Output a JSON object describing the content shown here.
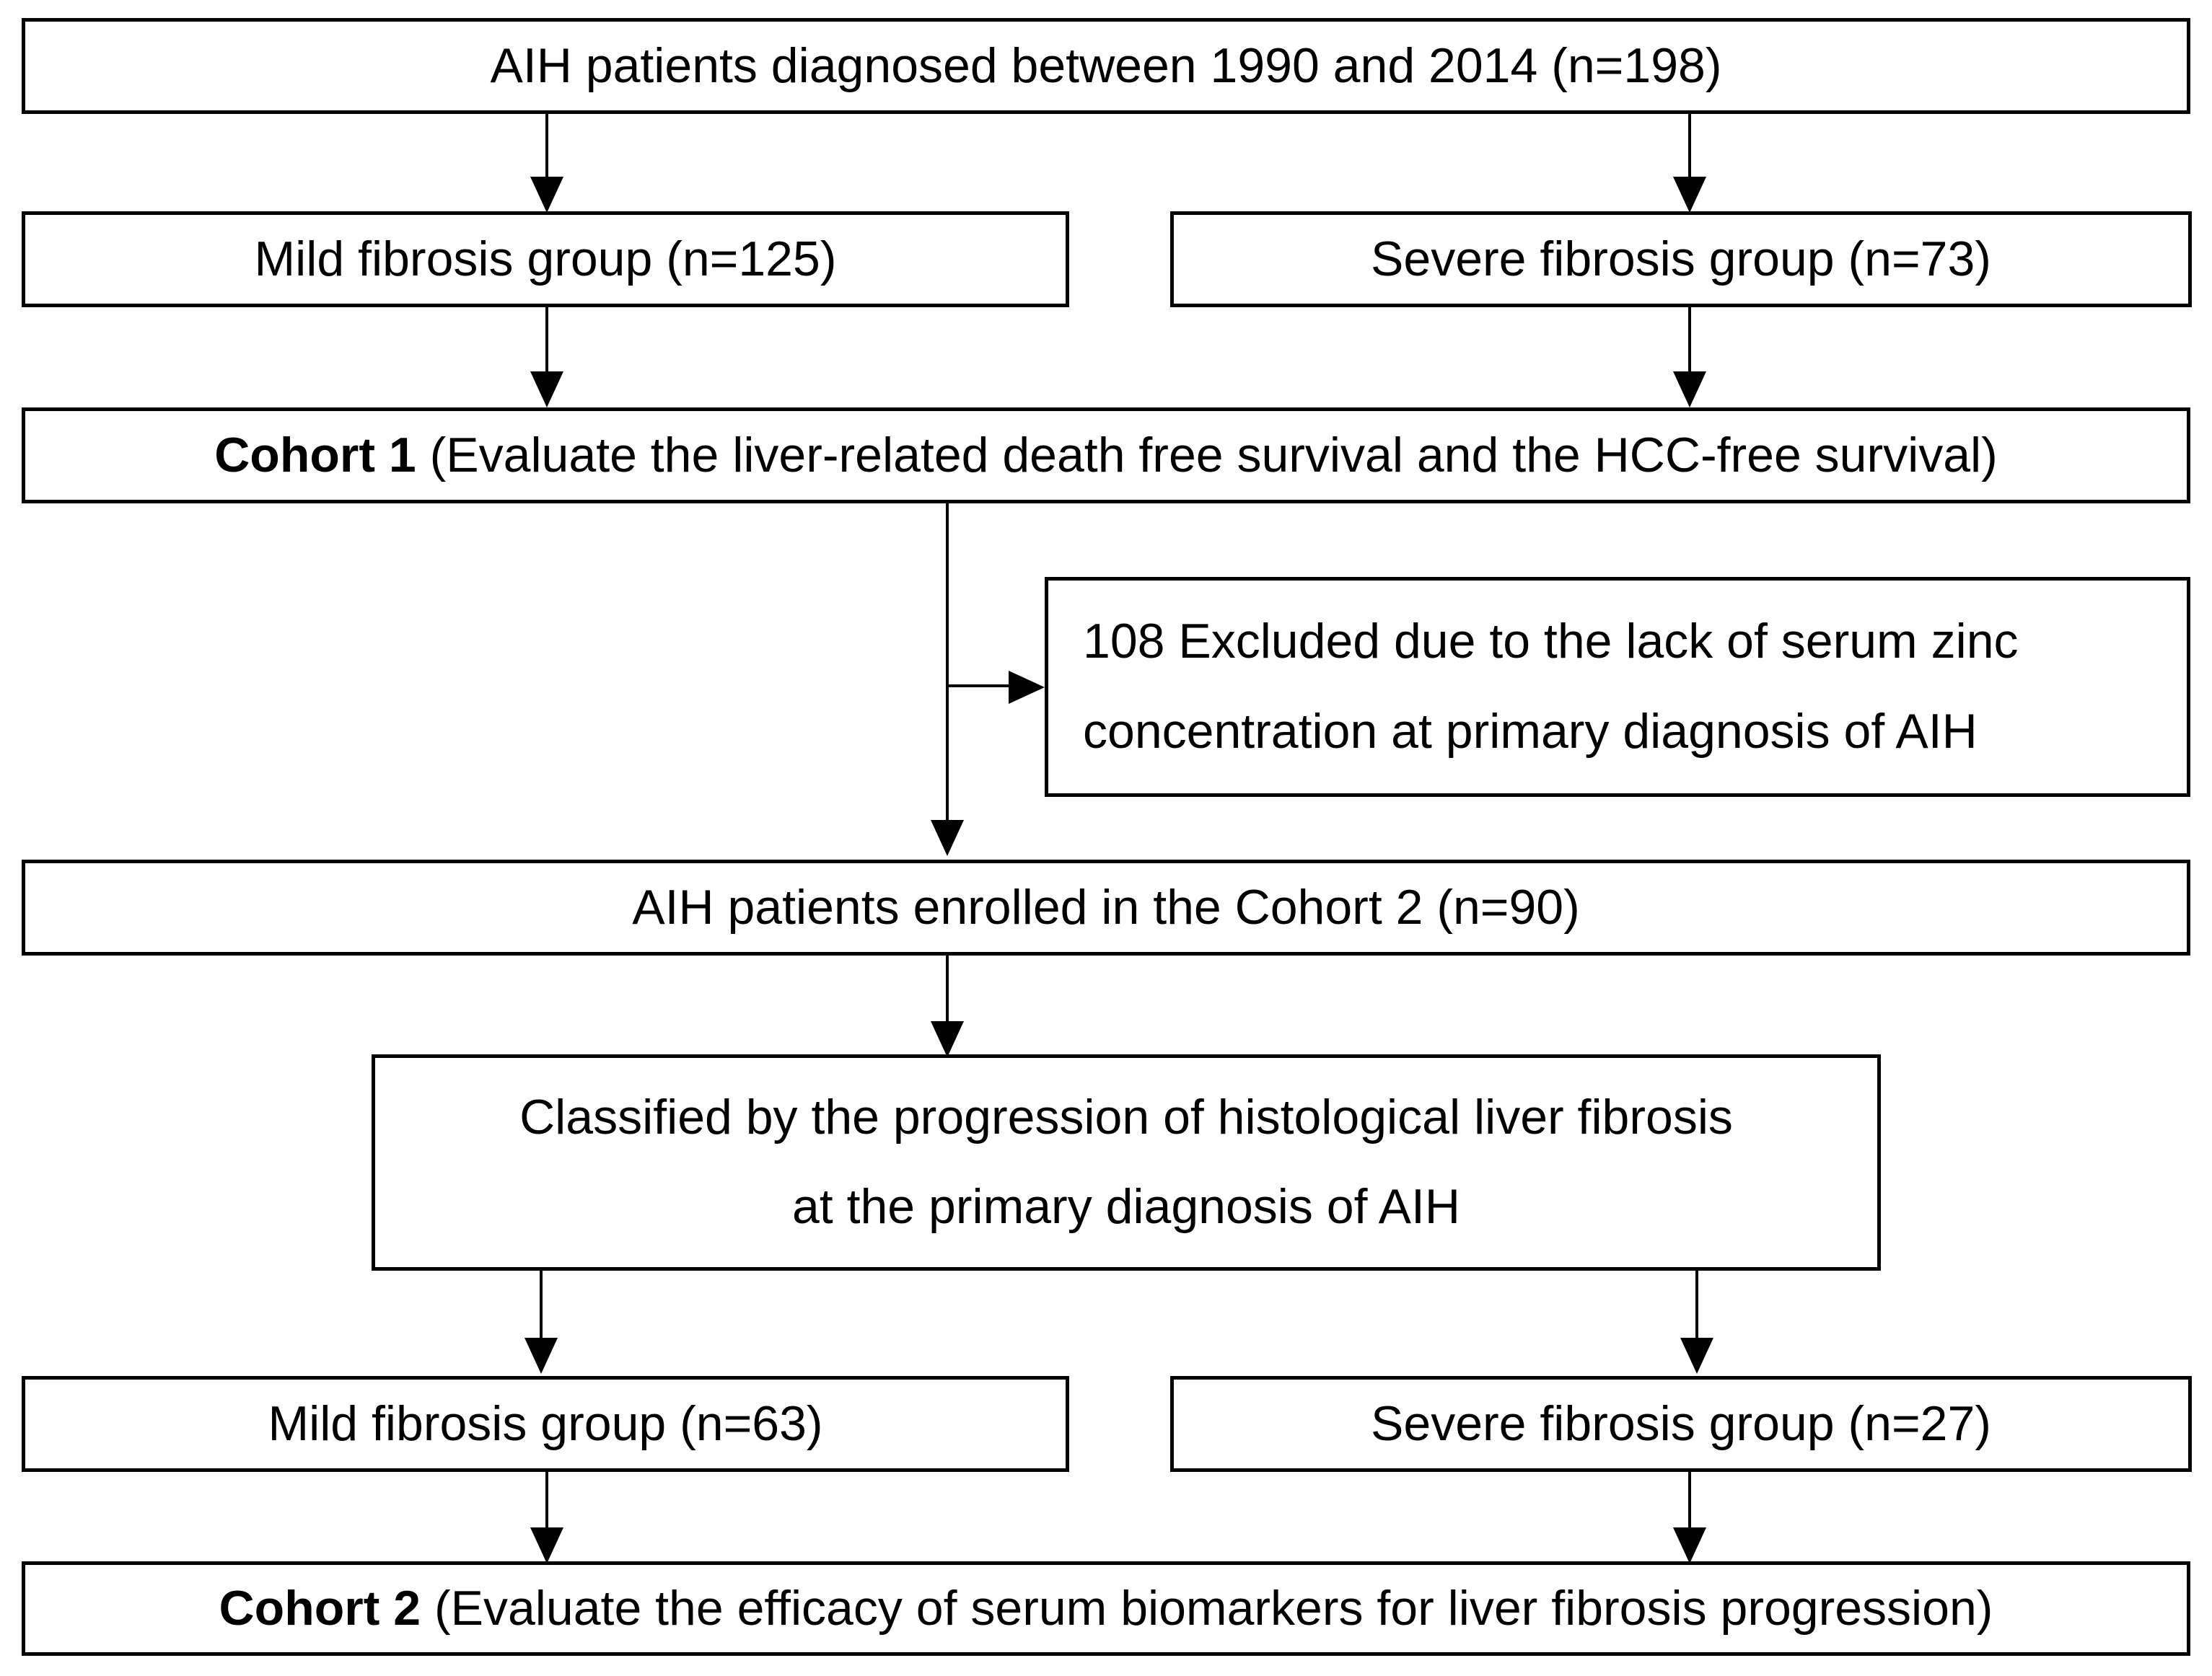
{
  "boxes": {
    "top": "AIH patients diagnosed between 1990 and 2014 (n=198)",
    "mild1": "Mild fibrosis group (n=125)",
    "severe1": "Severe fibrosis group (n=73)",
    "cohort1_bold": "Cohort 1",
    "cohort1_rest": " (Evaluate the liver-related death free survival and the HCC-free survival)",
    "excluded_line1": "108 Excluded due to the lack of serum zinc",
    "excluded_line2": "concentration at primary diagnosis of AIH",
    "enrolled": "AIH patients enrolled in the Cohort 2 (n=90)",
    "classified_line1": "Classified by the progression of histological liver fibrosis",
    "classified_line2": "at the primary diagnosis of AIH",
    "mild2": "Mild fibrosis group (n=63)",
    "severe2": "Severe fibrosis group (n=27)",
    "cohort2_bold": "Cohort 2",
    "cohort2_rest": " (Evaluate the efficacy of serum biomarkers for liver fibrosis progression)"
  },
  "colors": {
    "border": "#000000",
    "background": "#ffffff",
    "text": "#000000"
  }
}
